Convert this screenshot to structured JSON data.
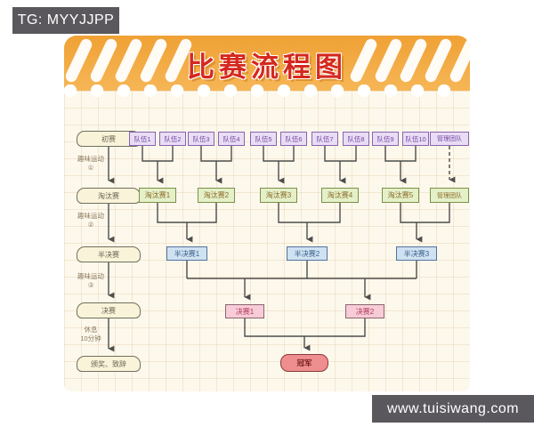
{
  "header": {
    "tg_badge": "TG: MYYJJPP",
    "title": "比赛流程图"
  },
  "footer": {
    "watermark": "www.tuisiwang.com"
  },
  "left_flow": {
    "stages": [
      "初赛",
      "淘汰赛",
      "半决赛",
      "决赛",
      "颁奖、致辞"
    ],
    "edge_labels": [
      {
        "line1": "趣味运动",
        "line2": "①"
      },
      {
        "line1": "趣味运动",
        "line2": "②"
      },
      {
        "line1": "趣味运动",
        "line2": "③"
      },
      {
        "line1": "休息",
        "line2": "10分钟"
      }
    ]
  },
  "bracket": {
    "teams": [
      "队伍1",
      "队伍2",
      "队伍3",
      "队伍4",
      "队伍5",
      "队伍6",
      "队伍7",
      "队伍8",
      "队伍9",
      "队伍10",
      "管理团队"
    ],
    "round1": [
      "淘汰赛1",
      "淘汰赛2",
      "淘汰赛3",
      "淘汰赛4",
      "淘汰赛5",
      "管理团队"
    ],
    "semifinals": [
      "半决赛1",
      "半决赛2",
      "半决赛3"
    ],
    "finals": [
      "决赛1",
      "决赛2"
    ],
    "champion": "冠军"
  },
  "colors": {
    "banner_orange": "#f2a843",
    "title_red": "#d5281e",
    "team_purple": "#e9ddf6",
    "round_green": "#e4f0c8",
    "semi_blue": "#cfe2f2",
    "final_pink": "#f7cbd7",
    "champion_salmon": "#ef8e8e",
    "paper_cream": "#fdf8ec",
    "badge_gray": "#5a585c"
  }
}
